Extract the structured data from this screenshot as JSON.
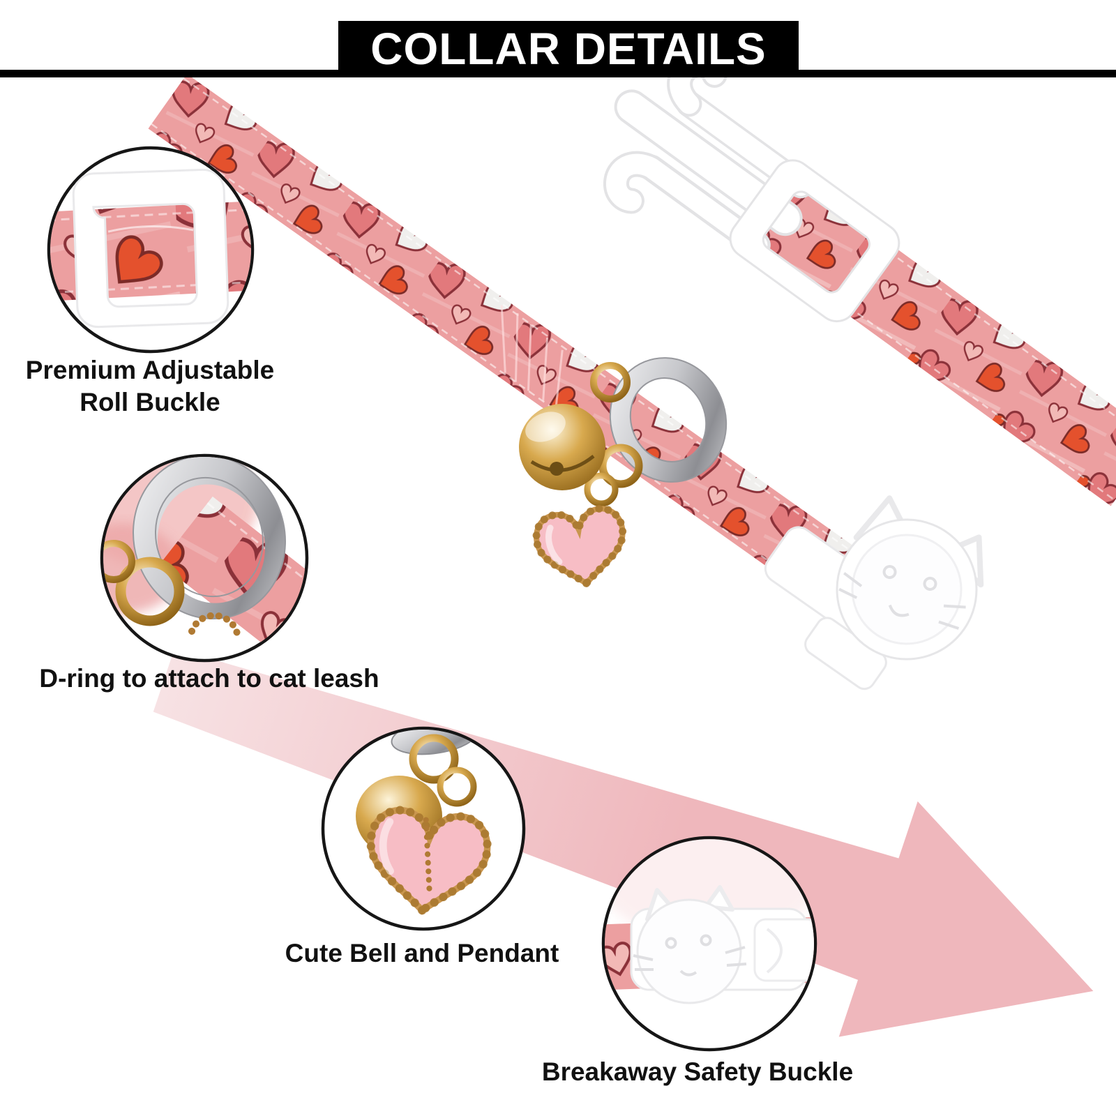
{
  "title": {
    "text": "COLLAR DETAILS"
  },
  "callouts": [
    {
      "name": "roll-buckle",
      "label_line1": "Premium Adjustable",
      "label_line2": "Roll Buckle"
    },
    {
      "name": "d-ring",
      "label": "D-ring to attach to cat leash"
    },
    {
      "name": "bell-pendant",
      "label": "Cute Bell and Pendant"
    },
    {
      "name": "safety-buckle",
      "label": "Breakaway Safety Buckle"
    }
  ],
  "colors": {
    "fabric_base": "#ec9fa0",
    "heart_salmon": "#e2797c",
    "heart_outline": "#8b3139",
    "heart_orange": "#e4512d",
    "heart_white": "#f0efed",
    "heart_lightpink": "#f2b9b6",
    "arrow_pink": "#efb7bc",
    "arrow_pink_light": "#f7e2e4",
    "gold": "#d8a94e",
    "silver": "#c7c8cc",
    "pendant_pink": "#f7bdc5",
    "plastic_white": "#ffffff",
    "title_bg": "#000000",
    "title_text": "#ffffff",
    "label_text": "#111111"
  }
}
